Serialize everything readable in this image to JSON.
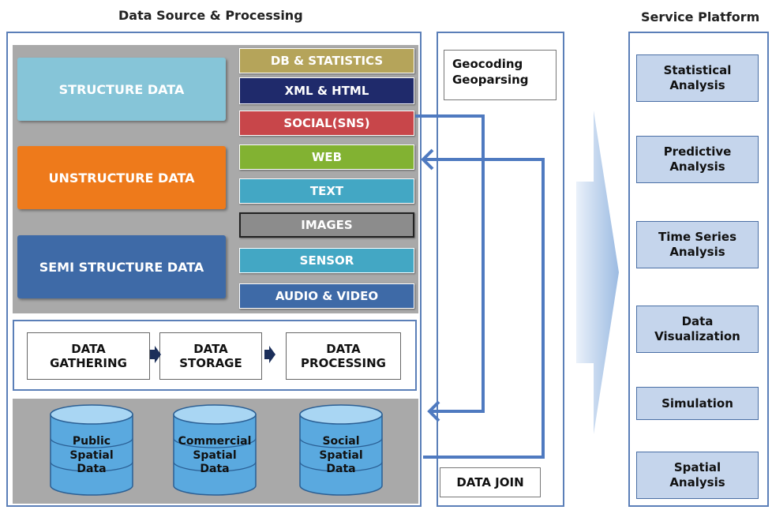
{
  "headings": {
    "left": "Data Source & Processing",
    "right": "Service Platform"
  },
  "data_categories": [
    {
      "label": "STRUCTURE DATA",
      "color": "#86c5d8"
    },
    {
      "label": "UNSTRUCTURE DATA",
      "color": "#ee7a1b"
    },
    {
      "label": "SEMI STRUCTURE DATA",
      "color": "#3e6aa7"
    }
  ],
  "data_types": [
    {
      "label": "DB & STATISTICS",
      "color": "#b5a45a"
    },
    {
      "label": "XML & HTML",
      "color": "#1f2a6b"
    },
    {
      "label": "SOCIAL(SNS)",
      "color": "#c8464a"
    },
    {
      "label": "WEB",
      "color": "#82b232"
    },
    {
      "label": "TEXT",
      "color": "#43a7c4"
    },
    {
      "label": "IMAGES",
      "color": "#8c8c8c"
    },
    {
      "label": "SENSOR",
      "color": "#43a7c4"
    },
    {
      "label": "AUDIO & VIDEO",
      "color": "#3e6aa7"
    }
  ],
  "process_steps": [
    {
      "line1": "DATA",
      "line2": "GATHERING"
    },
    {
      "line1": "DATA",
      "line2": "STORAGE"
    },
    {
      "line1": "DATA",
      "line2": "PROCESSING"
    }
  ],
  "spatial_dbs": [
    {
      "line1": "Public",
      "line2": "Spatial",
      "line3": "Data"
    },
    {
      "line1": "Commercial",
      "line2": "Spatial",
      "line3": "Data"
    },
    {
      "line1": "Social",
      "line2": "Spatial",
      "line3": "Data"
    }
  ],
  "middle": {
    "geo_line1": "Geocoding",
    "geo_line2": "Geoparsing",
    "join_label": "DATA JOIN"
  },
  "services": [
    {
      "line1": "Statistical",
      "line2": "Analysis"
    },
    {
      "line1": "Predictive",
      "line2": "Analysis"
    },
    {
      "line1": "Time Series",
      "line2": "Analysis"
    },
    {
      "line1": "Data",
      "line2": "Visualization"
    },
    {
      "line1": "Simulation",
      "line2": ""
    },
    {
      "line1": "Spatial",
      "line2": "Analysis"
    }
  ],
  "colors": {
    "outline": "#5b7fb8",
    "arrow": "#4f7ac0",
    "gray_panel": "#a9a9a9",
    "service_fill": "#c5d5ec"
  }
}
